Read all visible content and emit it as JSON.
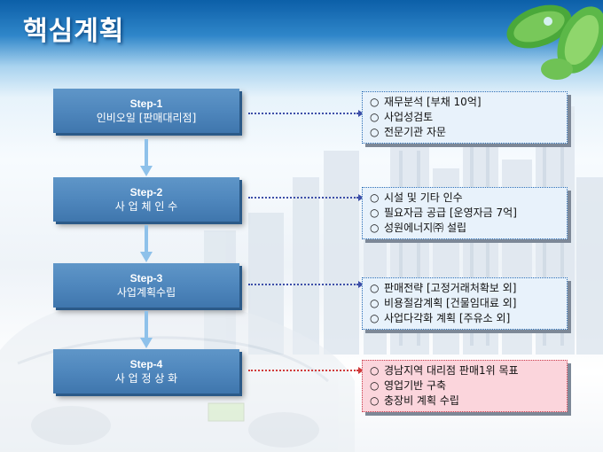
{
  "title": "핵심계획",
  "steps": [
    {
      "title": "Step-1",
      "subtitle": "인비오일 [판매대리점]",
      "items": [
        "재무분석 [부채 10억]",
        "사업성검토",
        "전문기관 자문"
      ],
      "accent": "#2a6db6"
    },
    {
      "title": "Step-2",
      "subtitle": "사 업 체 인 수",
      "items": [
        "시설 및 기타 인수",
        "필요자금 공급 [운영자금 7억]",
        "성원에너지㈜ 설립"
      ],
      "accent": "#2a6db6"
    },
    {
      "title": "Step-3",
      "subtitle": "사업계획수립",
      "items": [
        "판매전략 [고정거래처확보 외]",
        "비용절감계획 [건물임대료 외]",
        "사업다각화 계획 [주유소 외]"
      ],
      "accent": "#2a6db6"
    },
    {
      "title": "Step-4",
      "subtitle": "사 업 정 상 화",
      "items": [
        "경남지역 대리점 판매1위 목표",
        "영업기반 구축",
        "충장비 계획 수립"
      ],
      "accent": "#c93a4a"
    }
  ],
  "bullet": "○",
  "colors": {
    "step_box": "#4f87bd",
    "info_box_blue": "#e8f2fb",
    "info_box_red": "#fbd5dc"
  }
}
